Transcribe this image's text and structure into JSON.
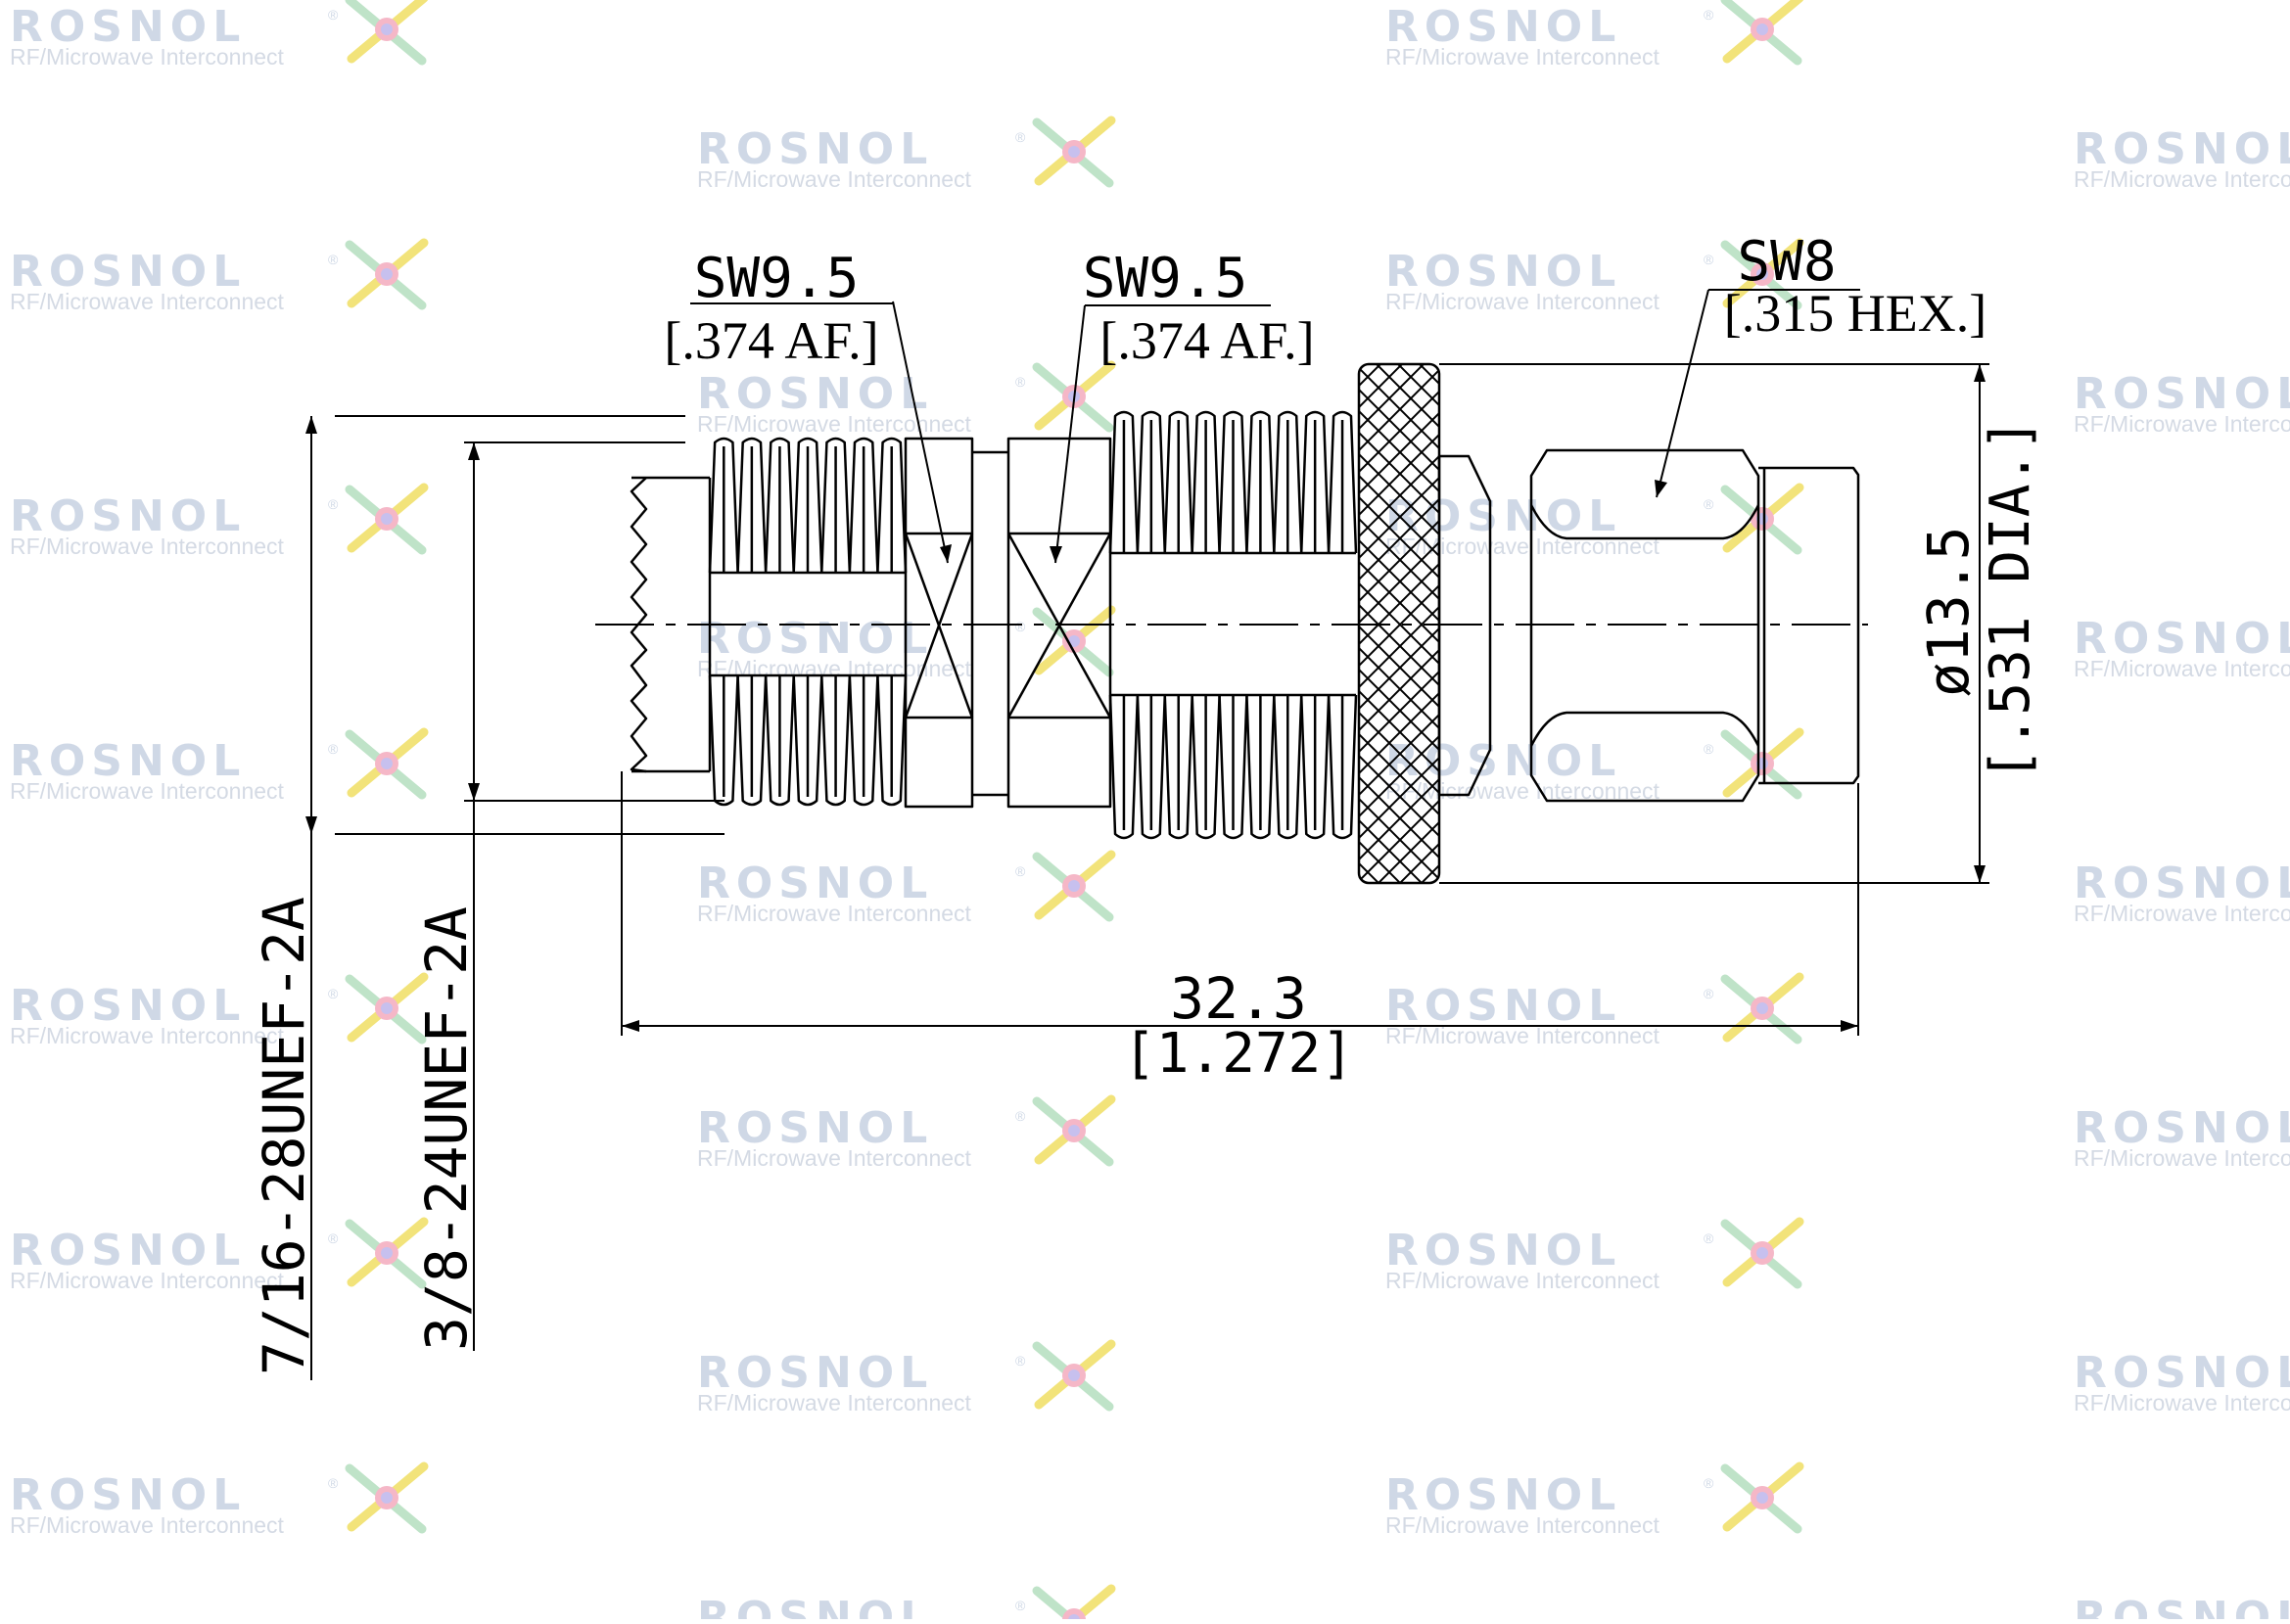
{
  "watermark": {
    "brand": "ROSNOL",
    "tagline": "RF/Microwave Interconnect",
    "registered_mark": "®",
    "brand_color": "#cfd8e6",
    "tagline_color": "#d4dae4",
    "logo_colors": [
      "#f2e37a",
      "#f5b7c7",
      "#bfe3c8",
      "#b8c6ee",
      "#c7c0ee"
    ]
  },
  "callouts": {
    "left_hex": {
      "metric": "SW9.5",
      "inch": "[.374 AF.]"
    },
    "middle_hex": {
      "metric": "SW9.5",
      "inch": "[.374 AF.]"
    },
    "right_hex": {
      "metric": "SW8",
      "inch": "[.315 HEX.]"
    }
  },
  "dimensions": {
    "outer_thread": "7/16-28UNEF-2A",
    "inner_thread": "3/8-24UNEF-2A",
    "diameter": {
      "metric": "ø13.5",
      "inch": "[.531 DIA.]"
    },
    "length": {
      "metric": "32.3",
      "inch": "[1.272]"
    }
  },
  "colors": {
    "line": "#000000",
    "background": "#ffffff"
  }
}
